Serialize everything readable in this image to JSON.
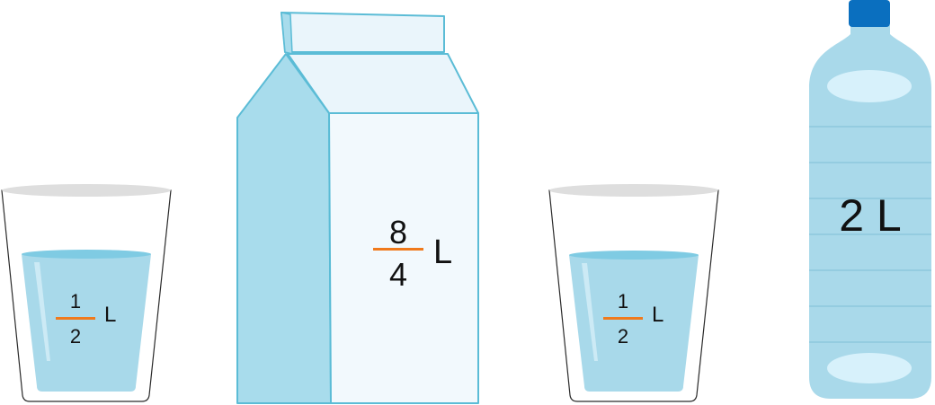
{
  "colors": {
    "water": "#a8d9ea",
    "water_surface": "#7fcbe3",
    "outline": "#5bbcd6",
    "carton_side": "#a8dcec",
    "carton_front": "#f2f9fd",
    "carton_top": "#eaf5fb",
    "bottle_body": "#a9d9ea",
    "bottle_cap": "#0a6fbf",
    "fraction_bar": "#f07a1c",
    "glass_rim": "#dedede"
  },
  "glass_left": {
    "numerator": "1",
    "denominator": "2",
    "unit": "L"
  },
  "carton": {
    "numerator": "8",
    "denominator": "4",
    "unit": "L"
  },
  "glass_right": {
    "numerator": "1",
    "denominator": "2",
    "unit": "L"
  },
  "bottle": {
    "label": "2 L"
  }
}
